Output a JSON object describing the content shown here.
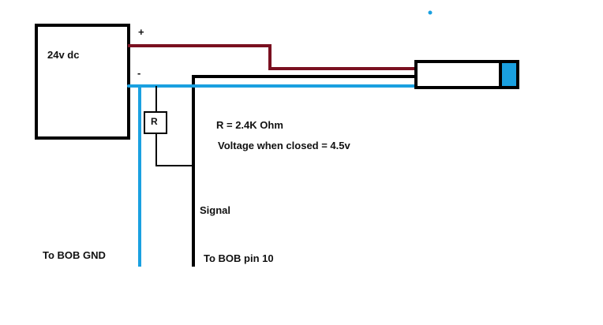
{
  "power_supply": {
    "label": "24v dc",
    "plus_label": "+",
    "minus_label": "-"
  },
  "resistor": {
    "label": "R"
  },
  "annotations": {
    "resistance": "R = 2.4K Ohm",
    "voltage": "Voltage when closed = 4.5v",
    "signal": "Signal",
    "gnd_dest": "To BOB GND",
    "pin_dest": "To BOB pin 10"
  },
  "colors": {
    "positive_wire": "#7a1020",
    "ground_wire": "#1aa0e0",
    "signal_wire": "#000000",
    "sensor_cap": "#1aa0e0"
  }
}
